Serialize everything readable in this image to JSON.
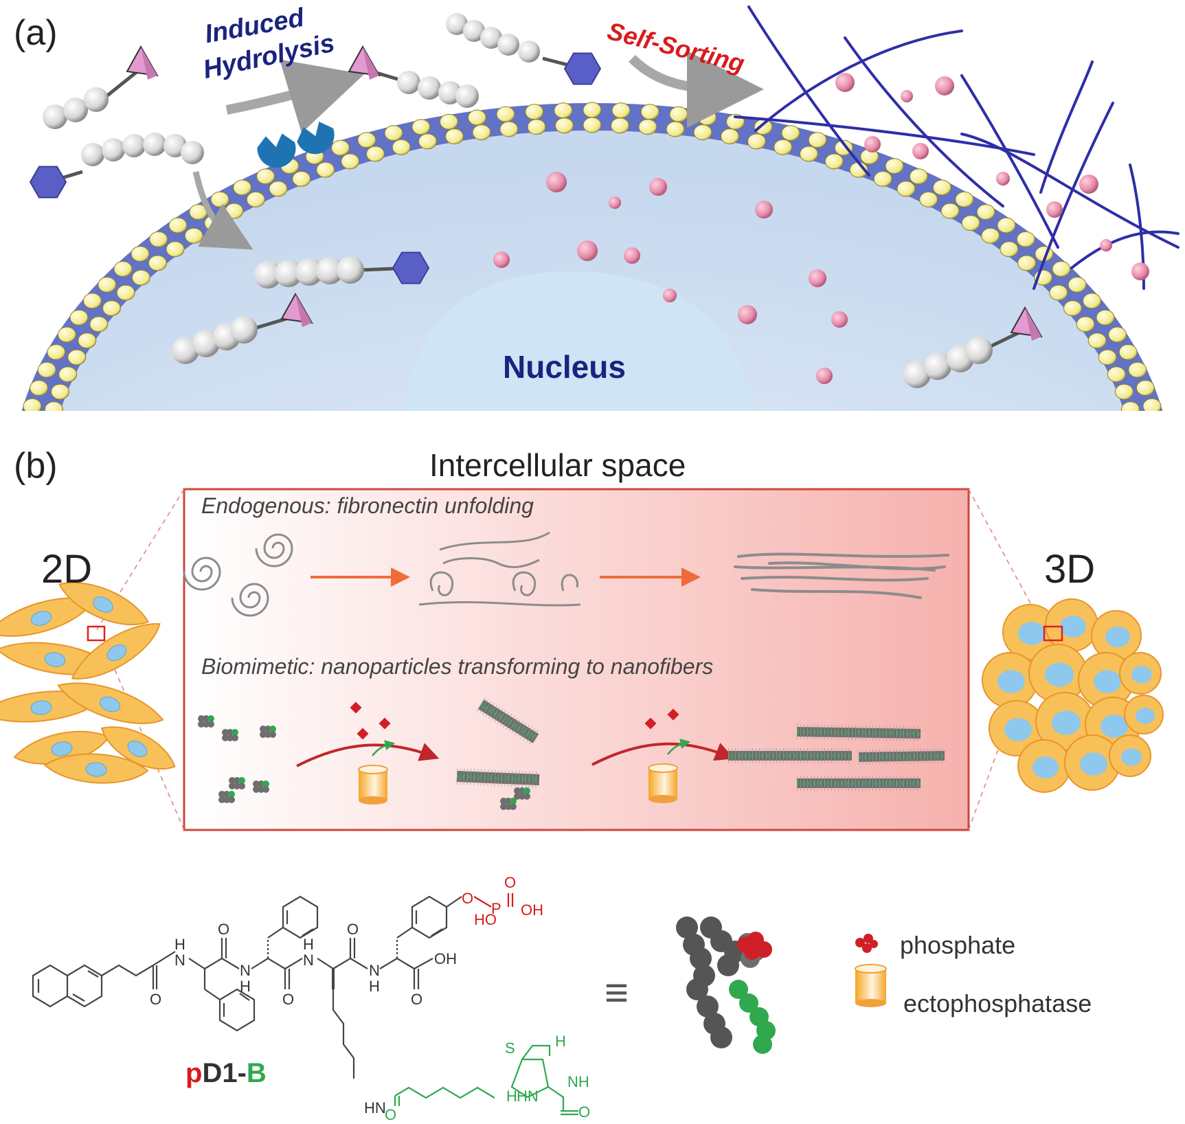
{
  "panel_a": {
    "label": "(a)",
    "induced_line1": "Induced",
    "induced_line2": "Hydrolysis",
    "self_sorting": "Self-Sorting",
    "nucleus": "Nucleus"
  },
  "panel_b": {
    "label": "(b)",
    "title": "Intercellular space",
    "left_label": "2D",
    "right_label": "3D",
    "endogenous": "Endogenous: fibronectin unfolding",
    "biomimetic": "Biomimetic: nanoparticles transforming to nanofibers"
  },
  "molecule": {
    "name_p": "p",
    "name_d1": "D1-",
    "name_b": "B",
    "equiv_symbol": "≡",
    "atoms": {
      "h1": "H",
      "n1": "N",
      "o1": "O",
      "o2": "O",
      "h2": "H",
      "n2": "N",
      "o3": "O",
      "o4": "O",
      "h3": "H",
      "n3": "N",
      "o5": "O",
      "oh1": "OH",
      "h4": "H",
      "n4": "N",
      "o6": "O",
      "o_ester": "O",
      "p": "P",
      "o_double": "O",
      "oh_p": "OH",
      "ho_p": "HO",
      "hn": "HN",
      "o_amide": "O",
      "s": "S",
      "h_top": "H",
      "nh": "NH",
      "h_bot": "H",
      "hn_ring": "HN",
      "o_urea": "O"
    }
  },
  "legend": {
    "phosphate": "phosphate",
    "ectophosphatase": "ectophosphatase"
  },
  "colors": {
    "navy": "#1a237e",
    "red_label": "#d81b1b",
    "membrane": "#5c6bc0",
    "lipid_head": "#f5ef9a",
    "pink_sphere": "#e88aa8",
    "fiber": "#2e2ea8",
    "hexagon": "#5a5fc8",
    "pyramid": "#e39ad0",
    "box_border": "#d0463e",
    "orange_arrow": "#ef6c3a",
    "dark_red_arrow": "#c0262b",
    "cell_orange": "#f5b042",
    "nucleus_blue": "#8ec8ec",
    "green": "#2fa84f"
  }
}
